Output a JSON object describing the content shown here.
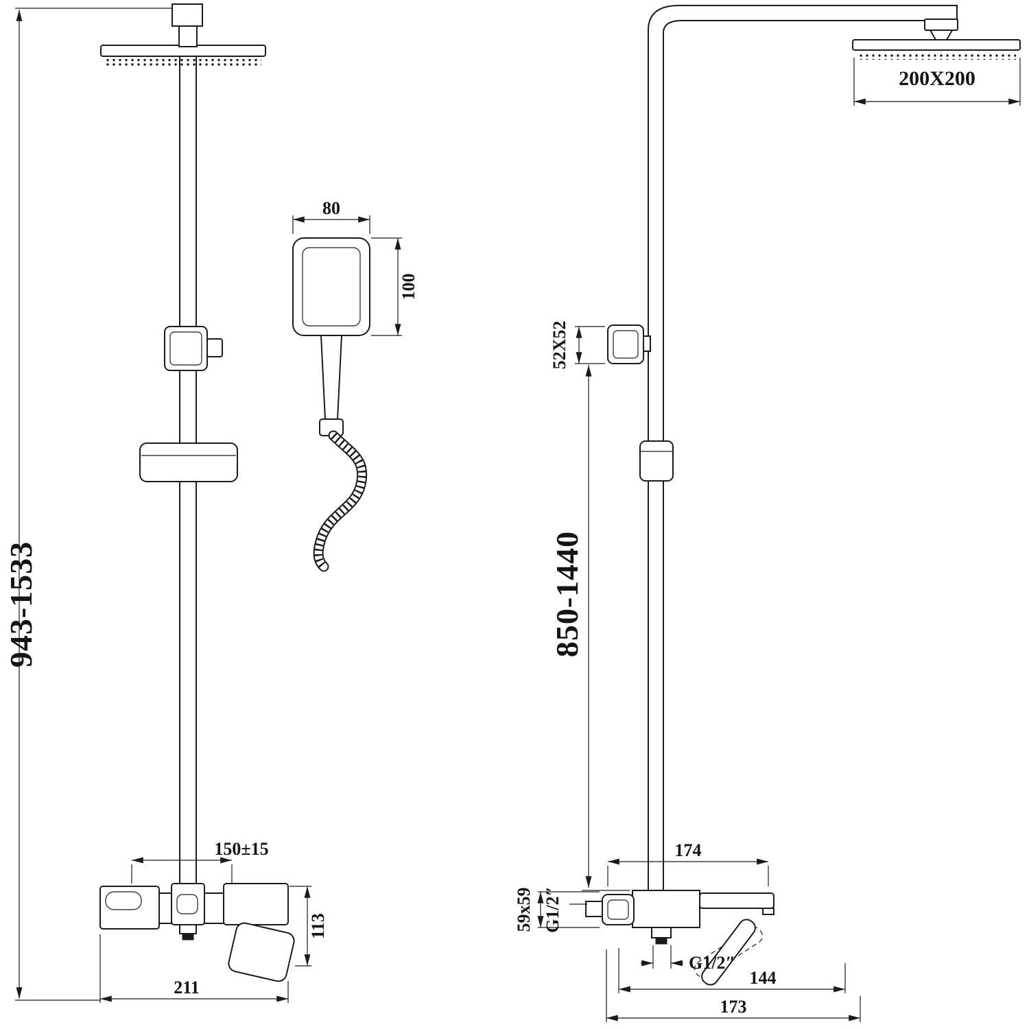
{
  "drawing": {
    "front": {
      "overall_height": "943-1533",
      "hand_shower_width": "80",
      "hand_shower_height": "100",
      "mixer_spacing": "150±15",
      "mixer_height": "113",
      "mixer_width": "211"
    },
    "side": {
      "head_size": "200X200",
      "bracket_size": "52X52",
      "riser_height": "850-1440",
      "mixer_top_width": "174",
      "mixer_profile": "59x59",
      "inlet_thread": "G1/2″",
      "outlet_thread": "G1/2″",
      "spout_depth": "144",
      "overall_depth": "173"
    }
  }
}
